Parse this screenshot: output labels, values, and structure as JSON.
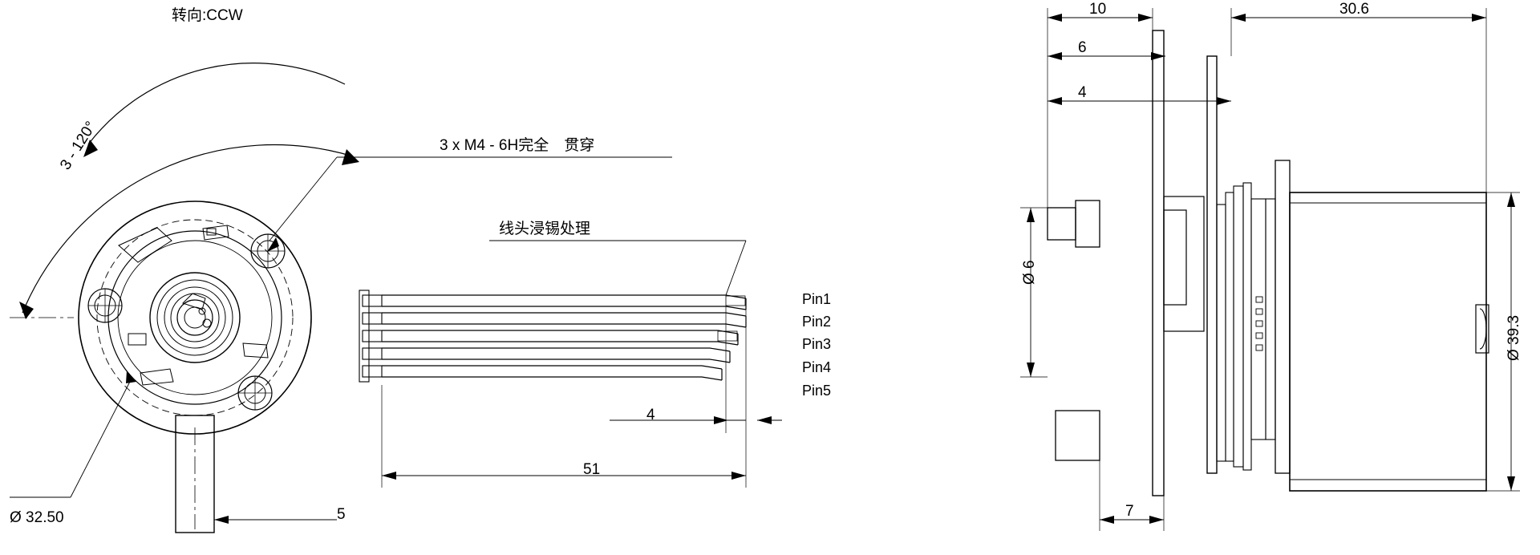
{
  "drawing": {
    "title": "Motor mechanical dimension drawing",
    "views": {
      "front": "front-view",
      "side": "side-view"
    },
    "annotations": {
      "rotation_direction": "转向:CCW",
      "angle_spacing": "3 - 120°",
      "thread_spec": "3 x M4 - 6H完全　贯穿",
      "wire_treatment": "线头浸锡处理",
      "bolt_circle_diameter": "Ø 32.50",
      "shaft_length": "5",
      "wire_length": "51",
      "wire_tip_length": "4"
    },
    "pins": [
      "Pin1",
      "Pin2",
      "Pin3",
      "Pin4",
      "Pin5"
    ],
    "side_dimensions": {
      "overall_length": "30.6",
      "flange_total": "10",
      "flange_step_1": "6",
      "flange_step_2": "4",
      "shaft_diameter": "Ø 6",
      "body_diameter": "Ø 39.3",
      "mount_depth": "7"
    },
    "colors": {
      "line": "#000000",
      "background": "#ffffff"
    }
  }
}
